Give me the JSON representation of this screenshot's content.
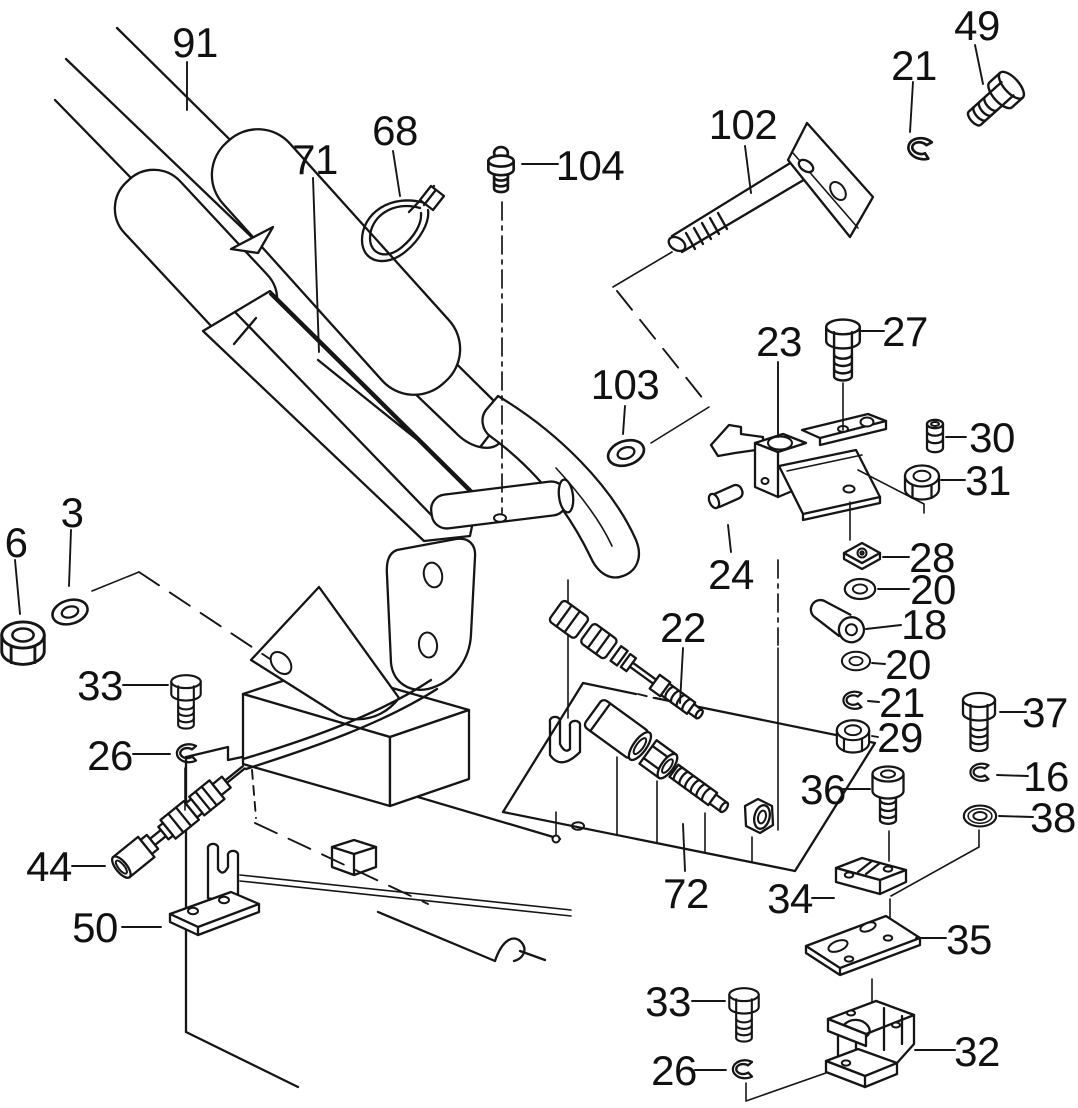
{
  "diagram": {
    "type": "exploded-parts-diagram",
    "background": "#ffffff",
    "line_color": "#151515",
    "callouts": [
      {
        "label": "91"
      },
      {
        "label": "68"
      },
      {
        "label": "71"
      },
      {
        "label": "104"
      },
      {
        "label": "102"
      },
      {
        "label": "21"
      },
      {
        "label": "49"
      },
      {
        "label": "27"
      },
      {
        "label": "23"
      },
      {
        "label": "103"
      },
      {
        "label": "30"
      },
      {
        "label": "31"
      },
      {
        "label": "28"
      },
      {
        "label": "20"
      },
      {
        "label": "18"
      },
      {
        "label": "20"
      },
      {
        "label": "21"
      },
      {
        "label": "29"
      },
      {
        "label": "37"
      },
      {
        "label": "16"
      },
      {
        "label": "38"
      },
      {
        "label": "36"
      },
      {
        "label": "22"
      },
      {
        "label": "24"
      },
      {
        "label": "6"
      },
      {
        "label": "3"
      },
      {
        "label": "33"
      },
      {
        "label": "26"
      },
      {
        "label": "44"
      },
      {
        "label": "50"
      },
      {
        "label": "72"
      },
      {
        "label": "34"
      },
      {
        "label": "35"
      },
      {
        "label": "33"
      },
      {
        "label": "26"
      },
      {
        "label": "32"
      }
    ]
  }
}
